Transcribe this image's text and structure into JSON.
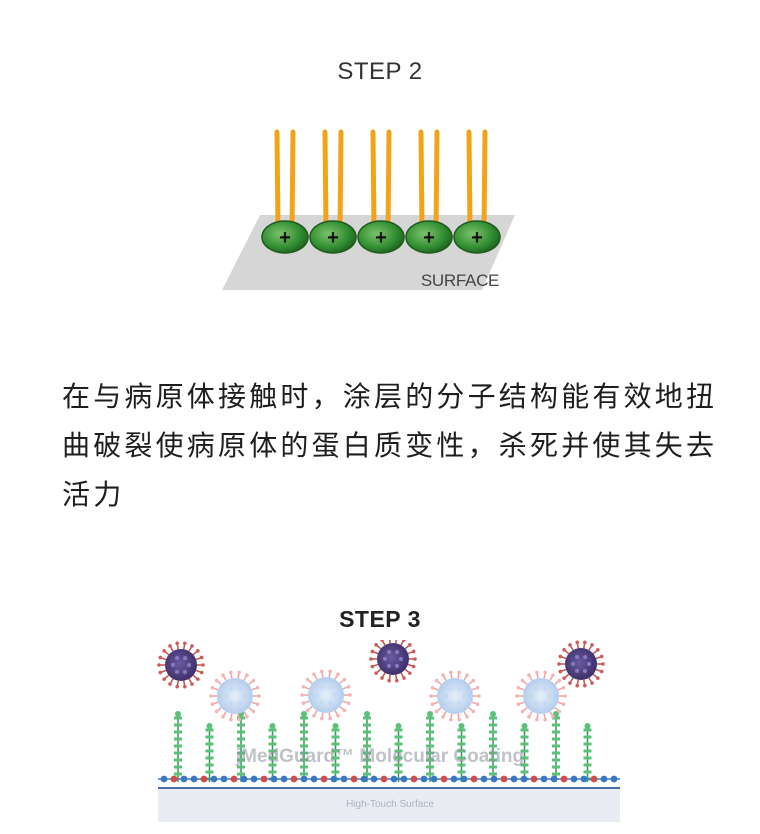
{
  "step2": {
    "title": "STEP 2",
    "surface_label": "SURFACE"
  },
  "description": "在与病原体接触时，涂层的分子结构能有效地扭曲破裂使病原体的蛋白质变性，杀死并使其失去活力",
  "step3": {
    "title": "STEP 3",
    "coating_label": "jMedGuard™ Molecular Coating",
    "surface_label": "High-Touch Surface"
  },
  "colors": {
    "strand": "#f5a21b",
    "strand_glow": "#ffe15a",
    "charge_ball": "#2f8a2f",
    "surface": "#d6d6d6",
    "virus_dark": "#4a3a78",
    "virus_light": "#d8e6f6",
    "spike": "#5cc07a",
    "chain_blue": "#3b78c4",
    "chain_red": "#d24b4b"
  }
}
